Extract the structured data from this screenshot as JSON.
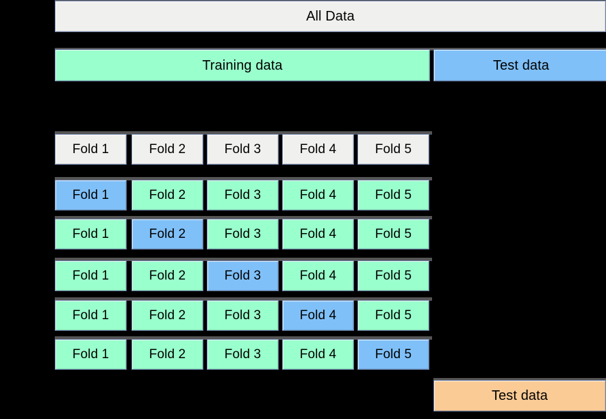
{
  "diagram": {
    "title": "k-fold cross-validation split diagram",
    "colors": {
      "all_data": "#f0f0ee",
      "training": "#99ffcc",
      "test": "#80c0f8",
      "final_test": "#fbcb96",
      "validation": "#80c0f8",
      "border": "#6a7fa8",
      "shadow": "#555555",
      "background": "#000000"
    }
  },
  "all_data": {
    "label": "All Data"
  },
  "split": {
    "training": {
      "label": "Training data"
    },
    "test": {
      "label": "Test data"
    }
  },
  "fold_header": {
    "folds": [
      {
        "label": "Fold 1"
      },
      {
        "label": "Fold 2"
      },
      {
        "label": "Fold 3"
      },
      {
        "label": "Fold 4"
      },
      {
        "label": "Fold 5"
      }
    ]
  },
  "cv_splits": [
    {
      "name": "split-1",
      "folds": [
        {
          "label": "Fold 1",
          "role": "validation"
        },
        {
          "label": "Fold 2",
          "role": "training"
        },
        {
          "label": "Fold 3",
          "role": "training"
        },
        {
          "label": "Fold 4",
          "role": "training"
        },
        {
          "label": "Fold 5",
          "role": "training"
        }
      ]
    },
    {
      "name": "split-2",
      "folds": [
        {
          "label": "Fold 1",
          "role": "training"
        },
        {
          "label": "Fold 2",
          "role": "validation"
        },
        {
          "label": "Fold 3",
          "role": "training"
        },
        {
          "label": "Fold 4",
          "role": "training"
        },
        {
          "label": "Fold 5",
          "role": "training"
        }
      ]
    },
    {
      "name": "split-3",
      "folds": [
        {
          "label": "Fold 1",
          "role": "training"
        },
        {
          "label": "Fold 2",
          "role": "training"
        },
        {
          "label": "Fold 3",
          "role": "validation"
        },
        {
          "label": "Fold 4",
          "role": "training"
        },
        {
          "label": "Fold 5",
          "role": "training"
        }
      ]
    },
    {
      "name": "split-4",
      "folds": [
        {
          "label": "Fold 1",
          "role": "training"
        },
        {
          "label": "Fold 2",
          "role": "training"
        },
        {
          "label": "Fold 3",
          "role": "training"
        },
        {
          "label": "Fold 4",
          "role": "validation"
        },
        {
          "label": "Fold 5",
          "role": "training"
        }
      ]
    },
    {
      "name": "split-5",
      "folds": [
        {
          "label": "Fold 1",
          "role": "training"
        },
        {
          "label": "Fold 2",
          "role": "training"
        },
        {
          "label": "Fold 3",
          "role": "training"
        },
        {
          "label": "Fold 4",
          "role": "training"
        },
        {
          "label": "Fold 5",
          "role": "validation"
        }
      ]
    }
  ],
  "final_test": {
    "label": "Test data"
  }
}
